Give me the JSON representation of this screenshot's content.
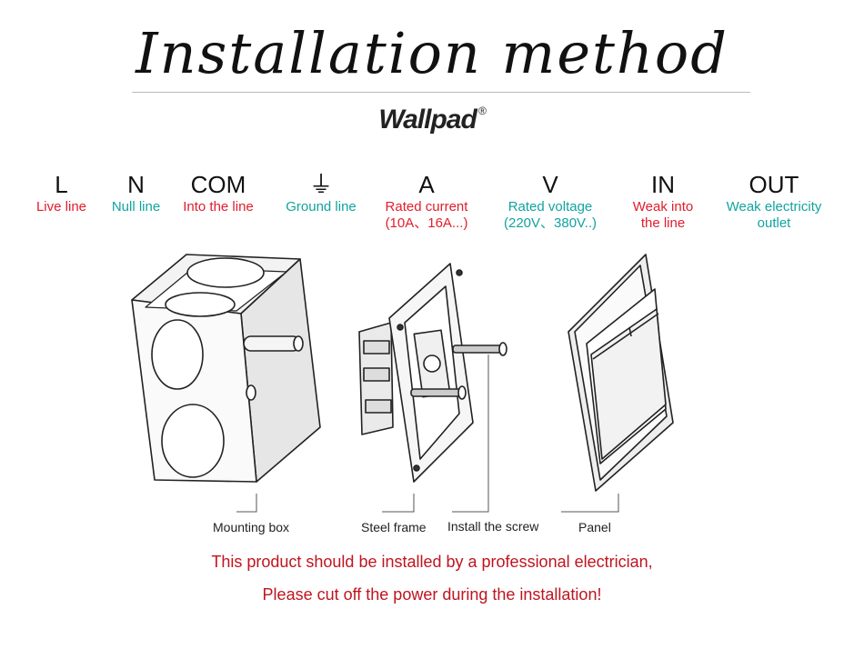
{
  "title": "Installation method",
  "brand": {
    "name": "Wallpad",
    "reg": "®"
  },
  "legend": [
    {
      "symbol": "L",
      "label": "Live line",
      "color": "red"
    },
    {
      "symbol": "N",
      "label": "Null line",
      "color": "teal"
    },
    {
      "symbol": "COM",
      "label": "Into the line",
      "color": "red"
    },
    {
      "symbol": "⏚",
      "label": "Ground line",
      "color": "teal"
    },
    {
      "symbol": "A",
      "label": "Rated current",
      "label2": "(10A、16A...)",
      "color": "red"
    },
    {
      "symbol": "V",
      "label": "Rated voltage",
      "label2": "(220V、380V..)",
      "color": "teal"
    },
    {
      "symbol": "IN",
      "label": "Weak into",
      "label2": "the line",
      "color": "red"
    },
    {
      "symbol": "OUT",
      "label": "Weak electricity",
      "label2": "outlet",
      "color": "teal"
    }
  ],
  "parts": {
    "mounting_box": "Mounting box",
    "steel_frame": "Steel frame",
    "screw": "Install the screw",
    "panel": "Panel"
  },
  "warning": {
    "line1": "This product should be installed by a professional electrician,",
    "line2": "Please cut off the power during the installation!"
  },
  "colors": {
    "red": "#e11d2c",
    "teal": "#12a3a0",
    "warning": "#c0141f"
  }
}
